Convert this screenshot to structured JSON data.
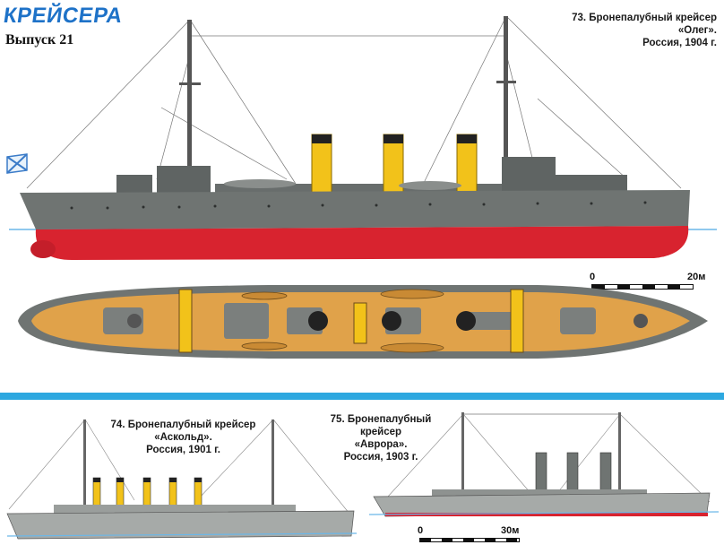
{
  "header": {
    "series_title": "КРЕЙСЕРА",
    "issue": "Выпуск 21"
  },
  "ships": [
    {
      "number_type": "73. Бронепалубный крейсер",
      "name": "«Олег».",
      "origin_year": "Россия, 1904 г."
    },
    {
      "number_type": "74. Бронепалубный крейсер",
      "name": "«Аскольд».",
      "origin_year": "Россия, 1901 г."
    },
    {
      "number_type": "75. Бронепалубный крейсер",
      "name": "«Аврора».",
      "origin_year": "Россия, 1903 г."
    }
  ],
  "scales": {
    "top": {
      "start": "0",
      "end": "20м"
    },
    "bottom": {
      "start": "0",
      "end": "30м"
    }
  },
  "colors": {
    "accent_blue": "#1e72c8",
    "divider_blue": "#2da8e0",
    "hull_grey": "#6f7472",
    "hull_red": "#d8232f",
    "funnel_yellow": "#f2c21a",
    "deck_ochre": "#e0a24a"
  }
}
